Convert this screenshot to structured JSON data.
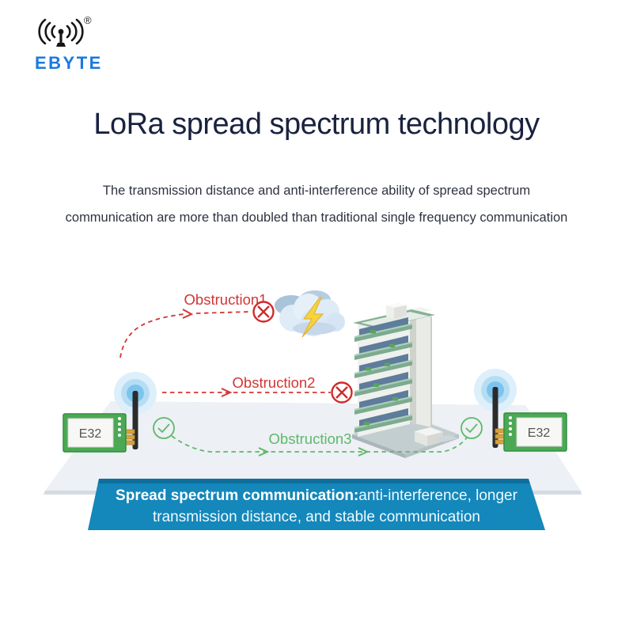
{
  "logo": {
    "brand": "EBYTE",
    "registered": "®",
    "icon": "antenna-signal-icon"
  },
  "header": {
    "title": "LoRa spread spectrum technology",
    "subtitle_line1": "The transmission distance and anti-interference ability of spread spectrum",
    "subtitle_line2": "communication are more than doubled than traditional single frequency communication"
  },
  "diagram": {
    "module_left": {
      "label": "E32"
    },
    "module_right": {
      "label": "E32"
    },
    "obstructions": [
      {
        "label": "Obstruction1",
        "status": "blocked",
        "icon": "circle-x-icon"
      },
      {
        "label": "Obstruction2",
        "status": "blocked",
        "icon": "circle-x-icon"
      },
      {
        "label": "Obstruction3",
        "status": "clear",
        "icon": "circle-check-icon"
      }
    ],
    "icons": {
      "interference": "storm-cloud-lightning-icon",
      "obstacle": "high-rise-building",
      "radio": "signal-glow-icon"
    },
    "colors": {
      "blocked_red": "#d23535",
      "clear_green": "#5db96a",
      "pcb_green": "#4ca854",
      "signal_blue": "#7cc4ee"
    }
  },
  "banner": {
    "bold": "Spread spectrum communication:",
    "line1_rest": "anti-interference, longer",
    "line2": "transmission distance, and stable communication",
    "bg": "#1487bb"
  },
  "colors": {
    "brand_blue": "#1b79dd",
    "title_navy": "#19223f"
  }
}
